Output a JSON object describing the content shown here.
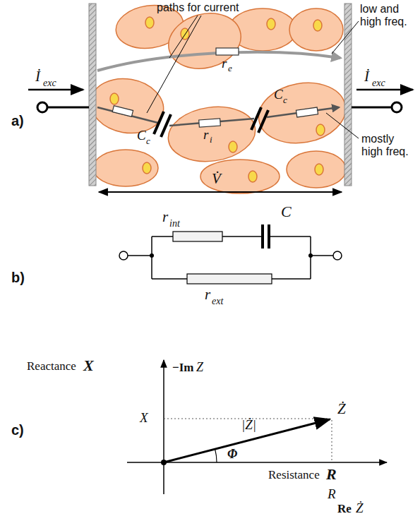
{
  "diagram": {
    "labels": [
      "paths for current",
      "low and high freq.",
      "İ",
      "exc",
      "İ",
      "exc",
      "C",
      "c",
      "r",
      "e",
      "r",
      "i",
      "C",
      "c",
      "a)",
      "mostly high freq.",
      "V̇",
      "r",
      "int",
      "C",
      "r",
      "ext",
      "b)",
      "Reactance",
      "X",
      "−Im",
      "Z",
      "X",
      "Ż",
      "|Ż|",
      "Φ",
      "c)",
      "Resistance",
      "R",
      "R",
      "Re",
      "Ż"
    ]
  }
}
